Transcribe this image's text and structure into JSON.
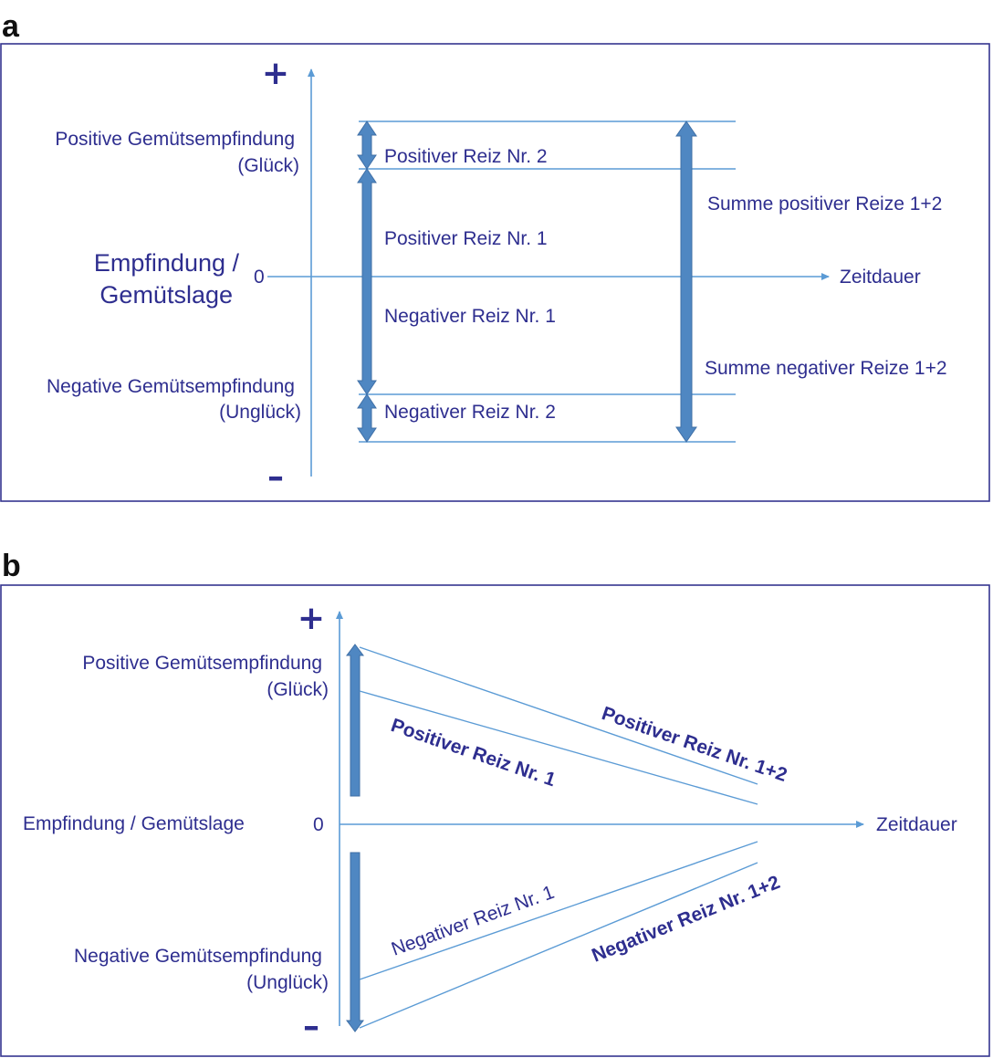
{
  "panel_a": {
    "letter": "a",
    "plus_sign": "+",
    "minus_sign": "–",
    "positive_label_line1": "Positive Gemütsempfindung",
    "positive_label_line2": "(Glück)",
    "negative_label_line1": "Negative Gemütsempfindung",
    "negative_label_line2": "(Unglück)",
    "axis_title_line1": "Empfindung /",
    "axis_title_line2": "Gemütslage",
    "zero": "0",
    "x_axis_label": "Zeitdauer",
    "stimuli": {
      "positive_2": "Positiver Reiz Nr. 2",
      "positive_1": "Positiver Reiz Nr. 1",
      "negative_1": "Negativer Reiz Nr. 1",
      "negative_2": "Negativer Reiz Nr. 2",
      "sum_positive": "Summe positiver Reize 1+2",
      "sum_negative": "Summe negativer Reize 1+2"
    }
  },
  "panel_b": {
    "letter": "b",
    "plus_sign": "+",
    "minus_sign": "–",
    "positive_label_line1": "Positive Gemütsempfindung",
    "positive_label_line2": "(Glück)",
    "negative_label_line1": "Negative Gemütsempfindung",
    "negative_label_line2": "(Unglück)",
    "axis_title": "Empfindung / Gemütslage",
    "zero": "0",
    "x_axis_label": "Zeitdauer",
    "stimuli": {
      "positive_1": "Positiver Reiz Nr. 1",
      "positive_12": "Positiver Reiz Nr. 1+2",
      "negative_1": "Negativer Reiz Nr. 1",
      "negative_12": "Negativer Reiz Nr. 1+2"
    }
  },
  "colors": {
    "text": "#2e2e8f",
    "frame": "#35358f",
    "axis": "#5b9bd5",
    "bar": "#4f87c2"
  }
}
